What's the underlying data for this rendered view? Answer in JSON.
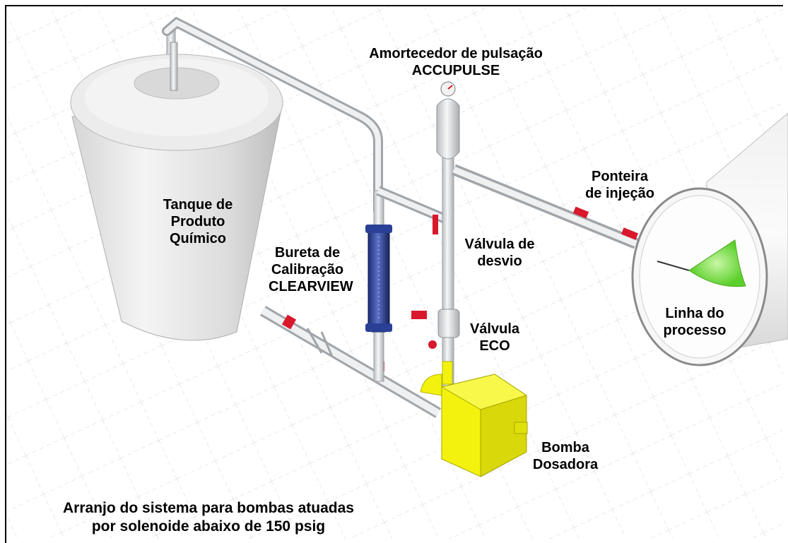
{
  "labels": {
    "damper": [
      "Amortecedor de pulsação",
      "ACCUPULSE"
    ],
    "tank": [
      "Tanque de",
      "Produto",
      "Químico"
    ],
    "burette": [
      "Bureta de",
      "Calibração",
      "CLEARVIEW"
    ],
    "bypass_valve": [
      "Válvula de",
      "desvio"
    ],
    "injector": [
      "Ponteira",
      "de injeção"
    ],
    "eco_valve": [
      "Válvula",
      "ECO"
    ],
    "process_line": [
      "Linha do",
      "processo"
    ],
    "pump": [
      "Bomba",
      "Dosadora"
    ]
  },
  "caption": [
    "Arranjo do sistema para bombas atuadas",
    "por solenoide abaixo de 150 psig"
  ],
  "colors": {
    "pipe": "#e6e8ea",
    "pump": "#f2f20e",
    "valve_handle": "#d9182b",
    "burette": "#2a3f96",
    "process_flow": "#7ee04a",
    "grid": "#c8c8c8"
  }
}
